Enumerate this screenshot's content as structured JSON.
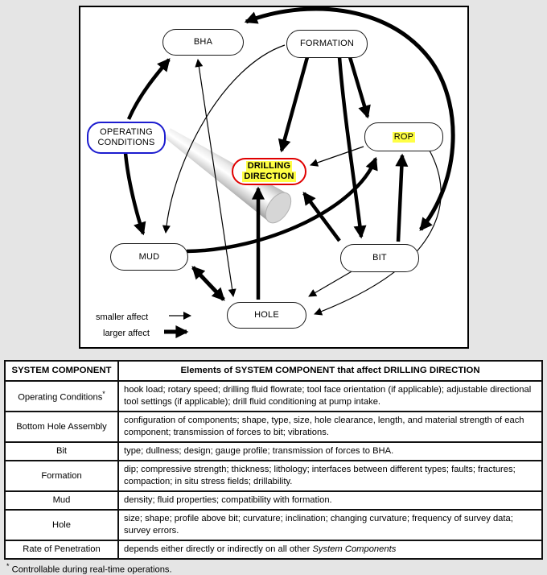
{
  "diagram": {
    "nodes": {
      "bha": {
        "label": "BHA"
      },
      "formation": {
        "label": "FORMATION"
      },
      "operating_conditions": {
        "line1": "OPERATING",
        "line2": "CONDITIONS",
        "border_color": "#1c1ccf"
      },
      "rop": {
        "label": "ROP",
        "highlight": "#ffff45"
      },
      "drilling_direction": {
        "line1": "DRILLING",
        "line2": "DIRECTION",
        "border_color": "#e00000",
        "highlight": "#ffff45"
      },
      "mud": {
        "label": "MUD"
      },
      "bit": {
        "label": "BIT"
      },
      "hole": {
        "label": "HOLE"
      }
    },
    "edges": [
      {
        "from": "BIT",
        "to": "BHA",
        "affect": "larger",
        "mutual": true
      },
      {
        "from": "OPERATING CONDITIONS",
        "to": "BHA",
        "affect": "larger",
        "mutual": false
      },
      {
        "from": "OPERATING CONDITIONS",
        "to": "MUD",
        "affect": "larger",
        "mutual": false
      },
      {
        "from": "FORMATION",
        "to": "DRILLING DIRECTION",
        "affect": "larger",
        "mutual": false
      },
      {
        "from": "FORMATION",
        "to": "BIT",
        "affect": "larger",
        "mutual": false
      },
      {
        "from": "FORMATION",
        "to": "ROP",
        "affect": "larger",
        "mutual": false
      },
      {
        "from": "FORMATION",
        "to": "MUD",
        "affect": "smaller",
        "mutual": false
      },
      {
        "from": "BHA",
        "to": "HOLE",
        "affect": "smaller",
        "mutual": true
      },
      {
        "from": "ROP",
        "to": "DRILLING DIRECTION",
        "affect": "smaller",
        "mutual": false
      },
      {
        "from": "MUD",
        "to": "ROP",
        "affect": "larger",
        "mutual": false
      },
      {
        "from": "BIT",
        "to": "ROP",
        "affect": "larger",
        "mutual": false
      },
      {
        "from": "BIT",
        "to": "DRILLING DIRECTION",
        "affect": "larger",
        "mutual": false
      },
      {
        "from": "HOLE",
        "to": "DRILLING DIRECTION",
        "affect": "larger",
        "mutual": false
      },
      {
        "from": "MUD",
        "to": "HOLE",
        "affect": "larger",
        "mutual": true
      },
      {
        "from": "BIT",
        "to": "HOLE",
        "affect": "smaller",
        "mutual": false
      },
      {
        "from": "ROP",
        "to": "HOLE",
        "affect": "smaller",
        "mutual": false
      }
    ],
    "legend": {
      "smaller": "smaller affect",
      "larger": "larger affect"
    }
  },
  "table": {
    "headers": [
      "SYSTEM COMPONENT",
      "Elements of SYSTEM COMPONENT that affect DRILLING DIRECTION"
    ],
    "rows": [
      {
        "component": "Operating Conditions",
        "component_sup": "*",
        "elements": "hook load; rotary speed; drilling fluid flowrate; tool face orientation (if applicable); adjustable directional tool settings (if applicable); drill fluid conditioning at pump intake."
      },
      {
        "component": "Bottom Hole Assembly",
        "elements": "configuration of components; shape, type, size, hole clearance, length, and material strength of each component; transmission of forces to bit; vibrations."
      },
      {
        "component": "Bit",
        "elements": "type; dullness; design; gauge profile; transmission of forces to BHA."
      },
      {
        "component": "Formation",
        "elements": "dip; compressive strength; thickness; lithology; interfaces between different types; faults; fractures; compaction; in situ stress fields; drillability."
      },
      {
        "component": "Mud",
        "elements": "density; fluid properties; compatibility with formation."
      },
      {
        "component": "Hole",
        "elements": "size; shape; profile above bit; curvature; inclination; changing curvature; frequency of survey data; survey errors."
      },
      {
        "component": "Rate of Penetration",
        "elements": "depends either directly or indirectly on all other ",
        "elements_italic": "System Components"
      }
    ],
    "footnote_marker": "*",
    "footnote": "Controllable during real-time operations."
  }
}
